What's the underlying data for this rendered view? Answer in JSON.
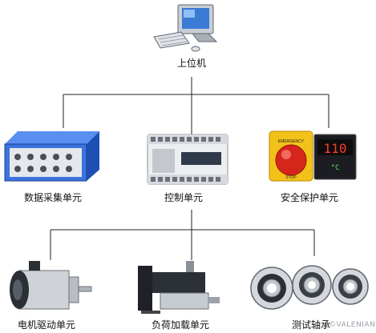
{
  "nodes": {
    "host": "上位机",
    "daq": "数据采集单元",
    "control": "控制单元",
    "safety": "安全保护单元",
    "motor": "电机驱动单元",
    "load": "负荷加载单元",
    "bearing": "测试轴承"
  },
  "device_text": {
    "emergency_label": "EMERGENCY",
    "stop_label": "STOP",
    "temp_reading": "110",
    "temp_unit": "°C"
  },
  "watermark": "©VALENIAN"
}
